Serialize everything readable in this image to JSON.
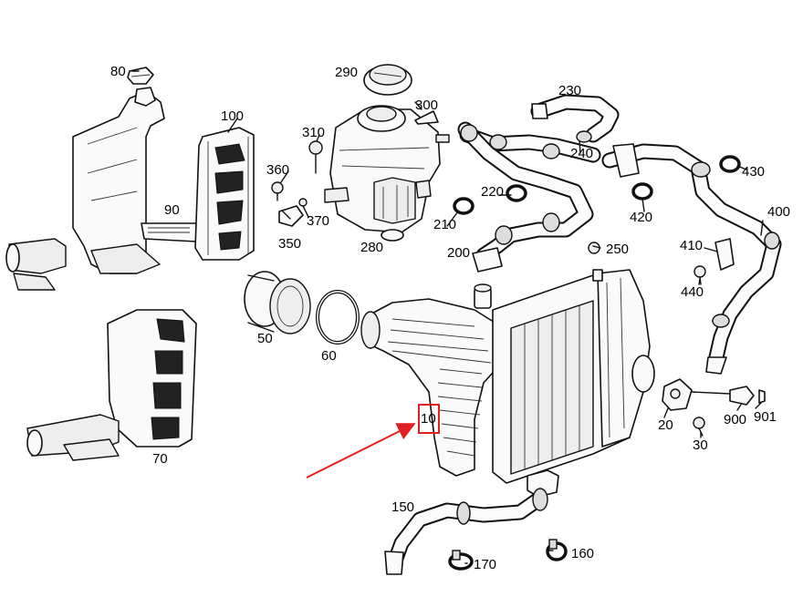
{
  "labels": {
    "p10": "10",
    "p20": "20",
    "p30": "30",
    "p50": "50",
    "p60": "60",
    "p70": "70",
    "p80": "80",
    "p90": "90",
    "p100": "100",
    "p150": "150",
    "p160": "160",
    "p170": "170",
    "p200": "200",
    "p210": "210",
    "p220": "220",
    "p230": "230",
    "p240": "240",
    "p250": "250",
    "p280": "280",
    "p290": "290",
    "p300": "300",
    "p310": "310",
    "p350": "350",
    "p360": "360",
    "p370": "370",
    "p400": "400",
    "p410": "410",
    "p420": "420",
    "p430": "430",
    "p440": "440",
    "p900": "900",
    "p901": "901"
  },
  "colors": {
    "highlight": "#e02020",
    "line": "#111111"
  }
}
